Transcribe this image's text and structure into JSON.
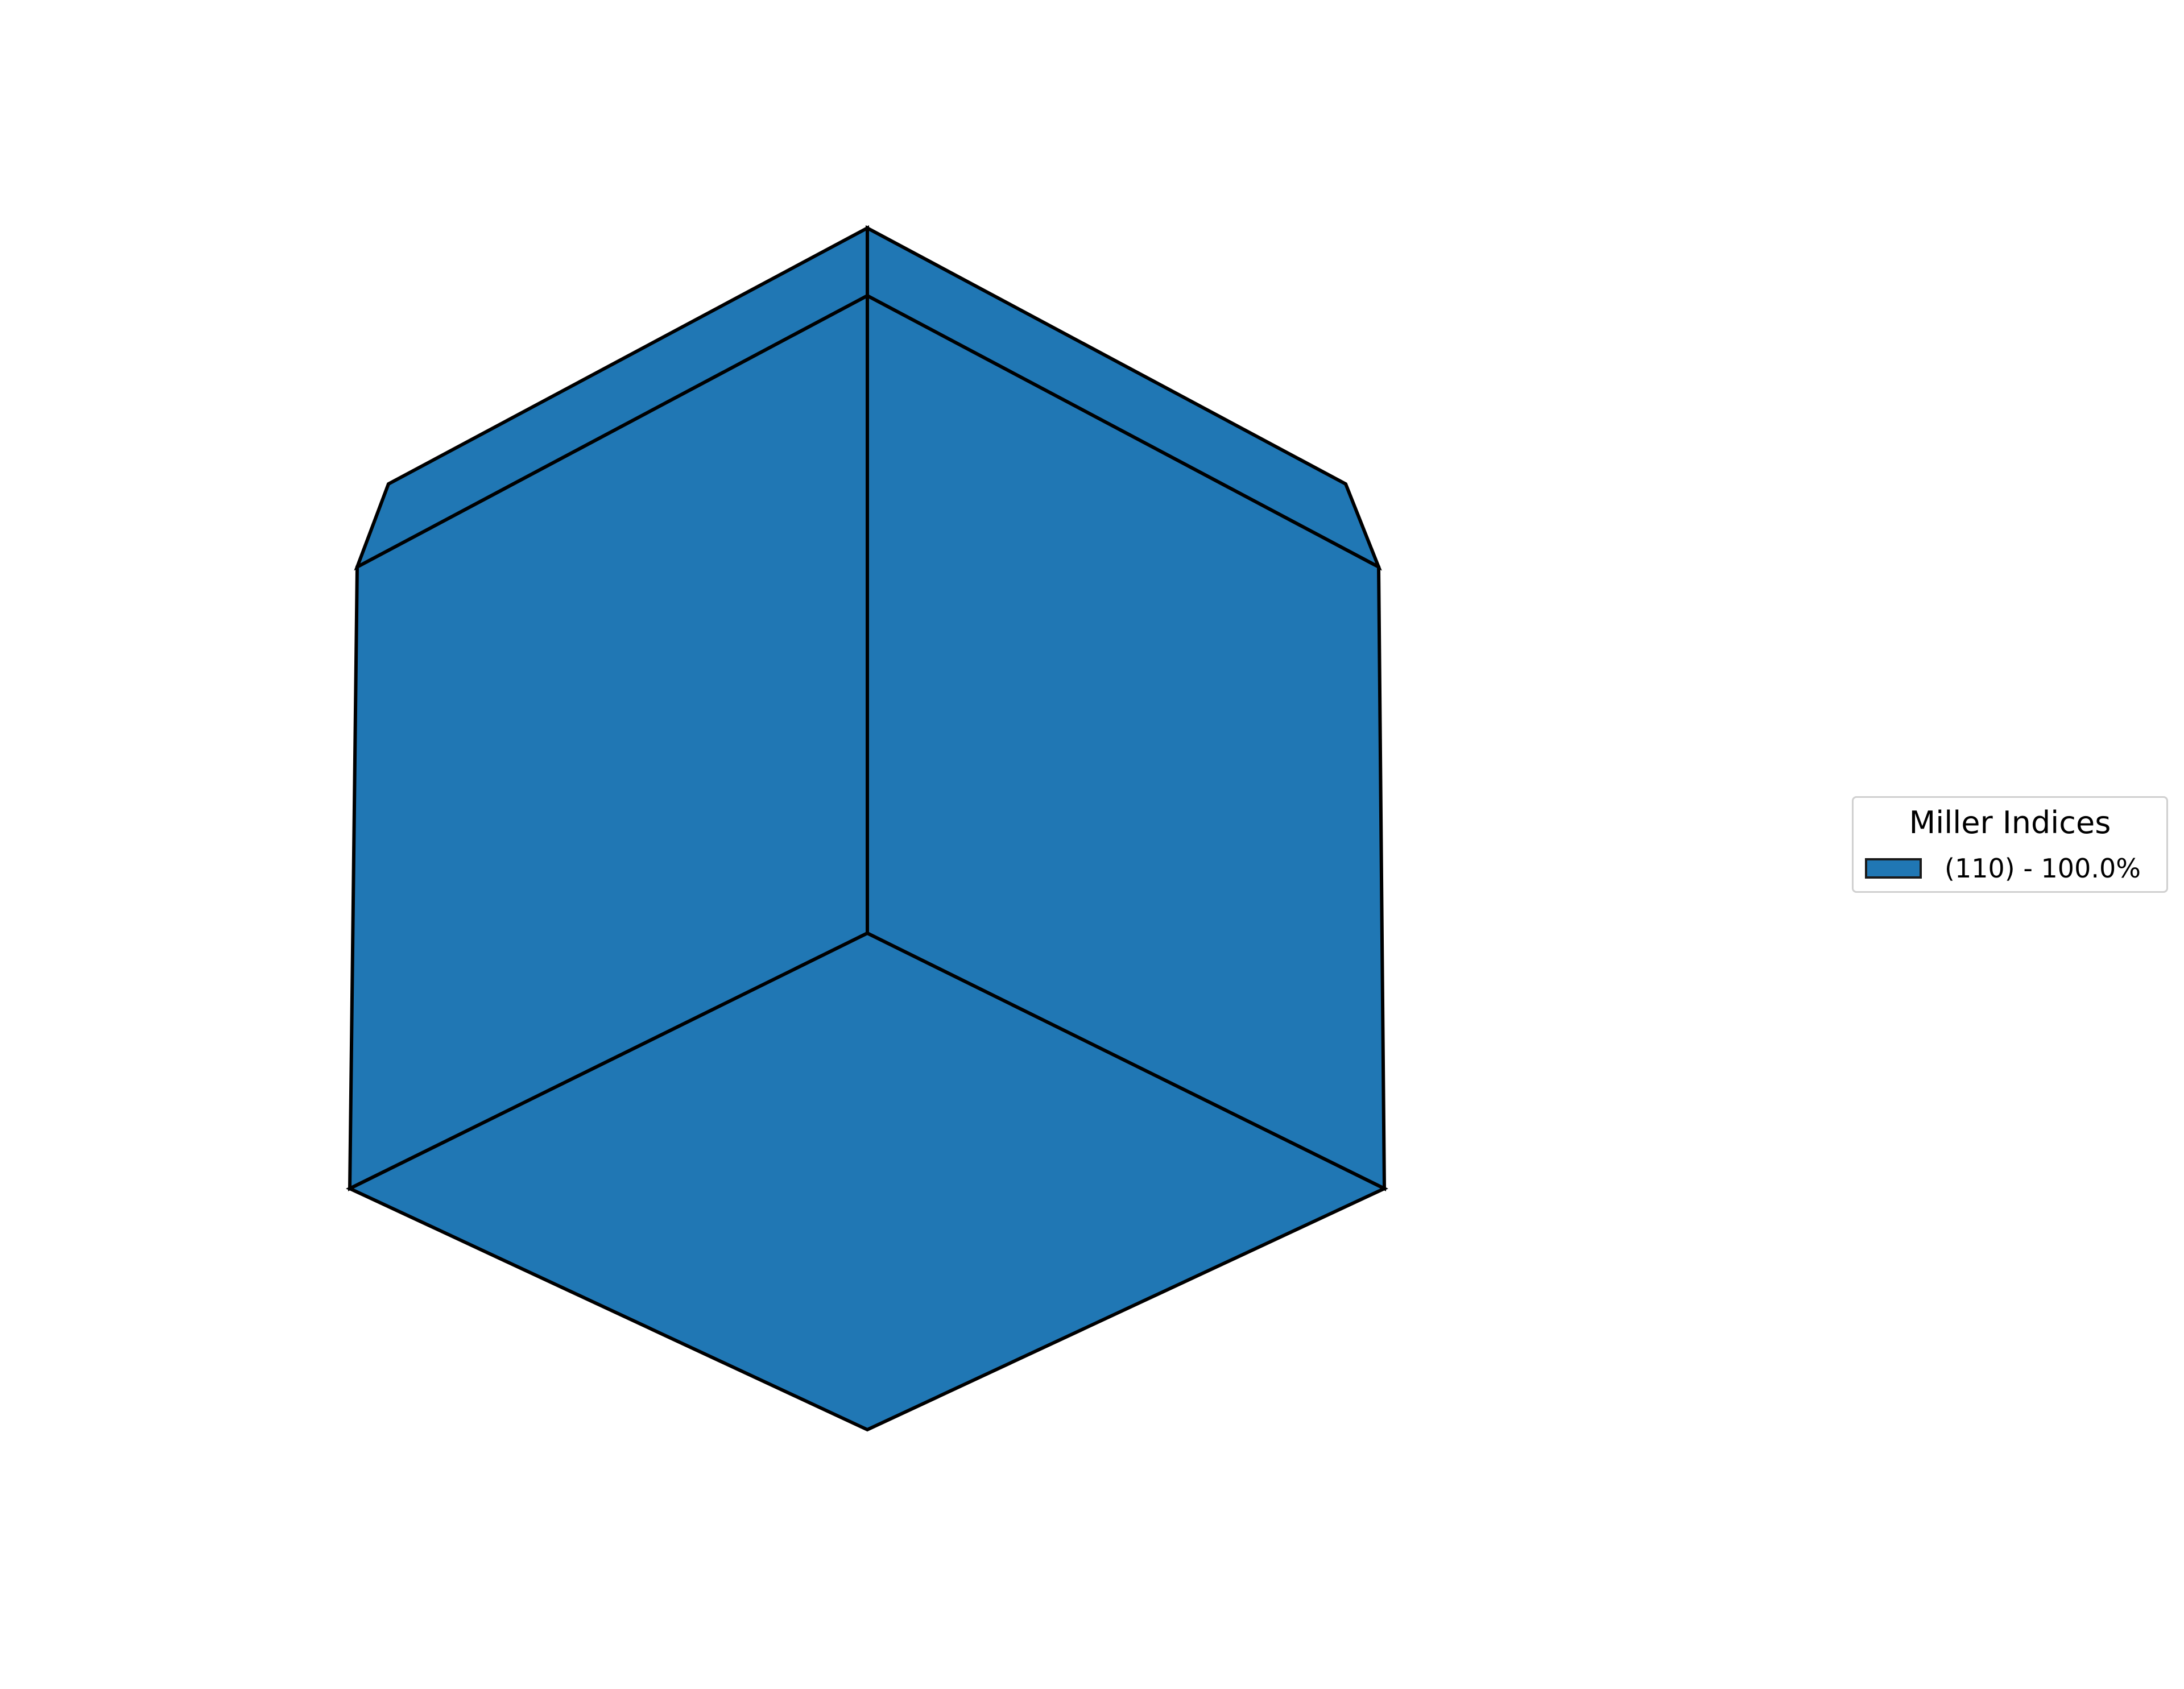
{
  "diagram": {
    "shape": "polyhedron",
    "face_color": "#2077b4",
    "edge_color": "#000000",
    "faces": [
      {
        "id": "top-left-bevel-face"
      },
      {
        "id": "top-right-bevel-face"
      },
      {
        "id": "left-face"
      },
      {
        "id": "right-face"
      },
      {
        "id": "bottom-face"
      }
    ]
  },
  "legend": {
    "title": "Miller Indices",
    "items": [
      {
        "label": "(110) - 100.0%",
        "color": "#2077b4"
      }
    ]
  }
}
